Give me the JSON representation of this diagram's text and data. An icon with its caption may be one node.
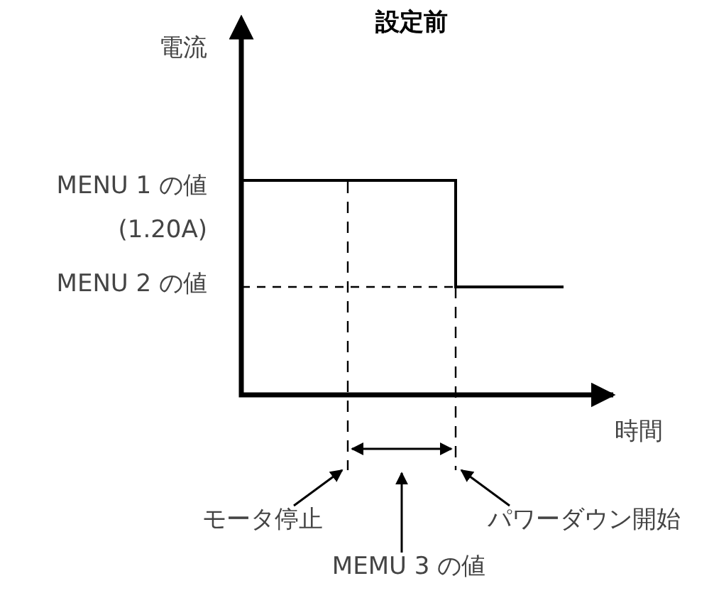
{
  "diagram": {
    "title": "設定前",
    "nodes": [
      {
        "text": [
          "モータ停止"
        ]
      },
      {
        "text": [
          "MEMU 3 の値"
        ]
      },
      {
        "text": [
          "パワーダウン開始"
        ]
      }
    ],
    "edges": [
      {
        "from": 0,
        "to": null,
        "arrow": "to"
      },
      {
        "from": 1,
        "to": null,
        "arrow": "to"
      },
      {
        "from": 2,
        "to": null,
        "arrow": "to"
      }
    ],
    "labels": [
      "電流",
      "MENU 1 の値 (1.20A)",
      "MENU 2 の値",
      "時間"
    ]
  }
}
